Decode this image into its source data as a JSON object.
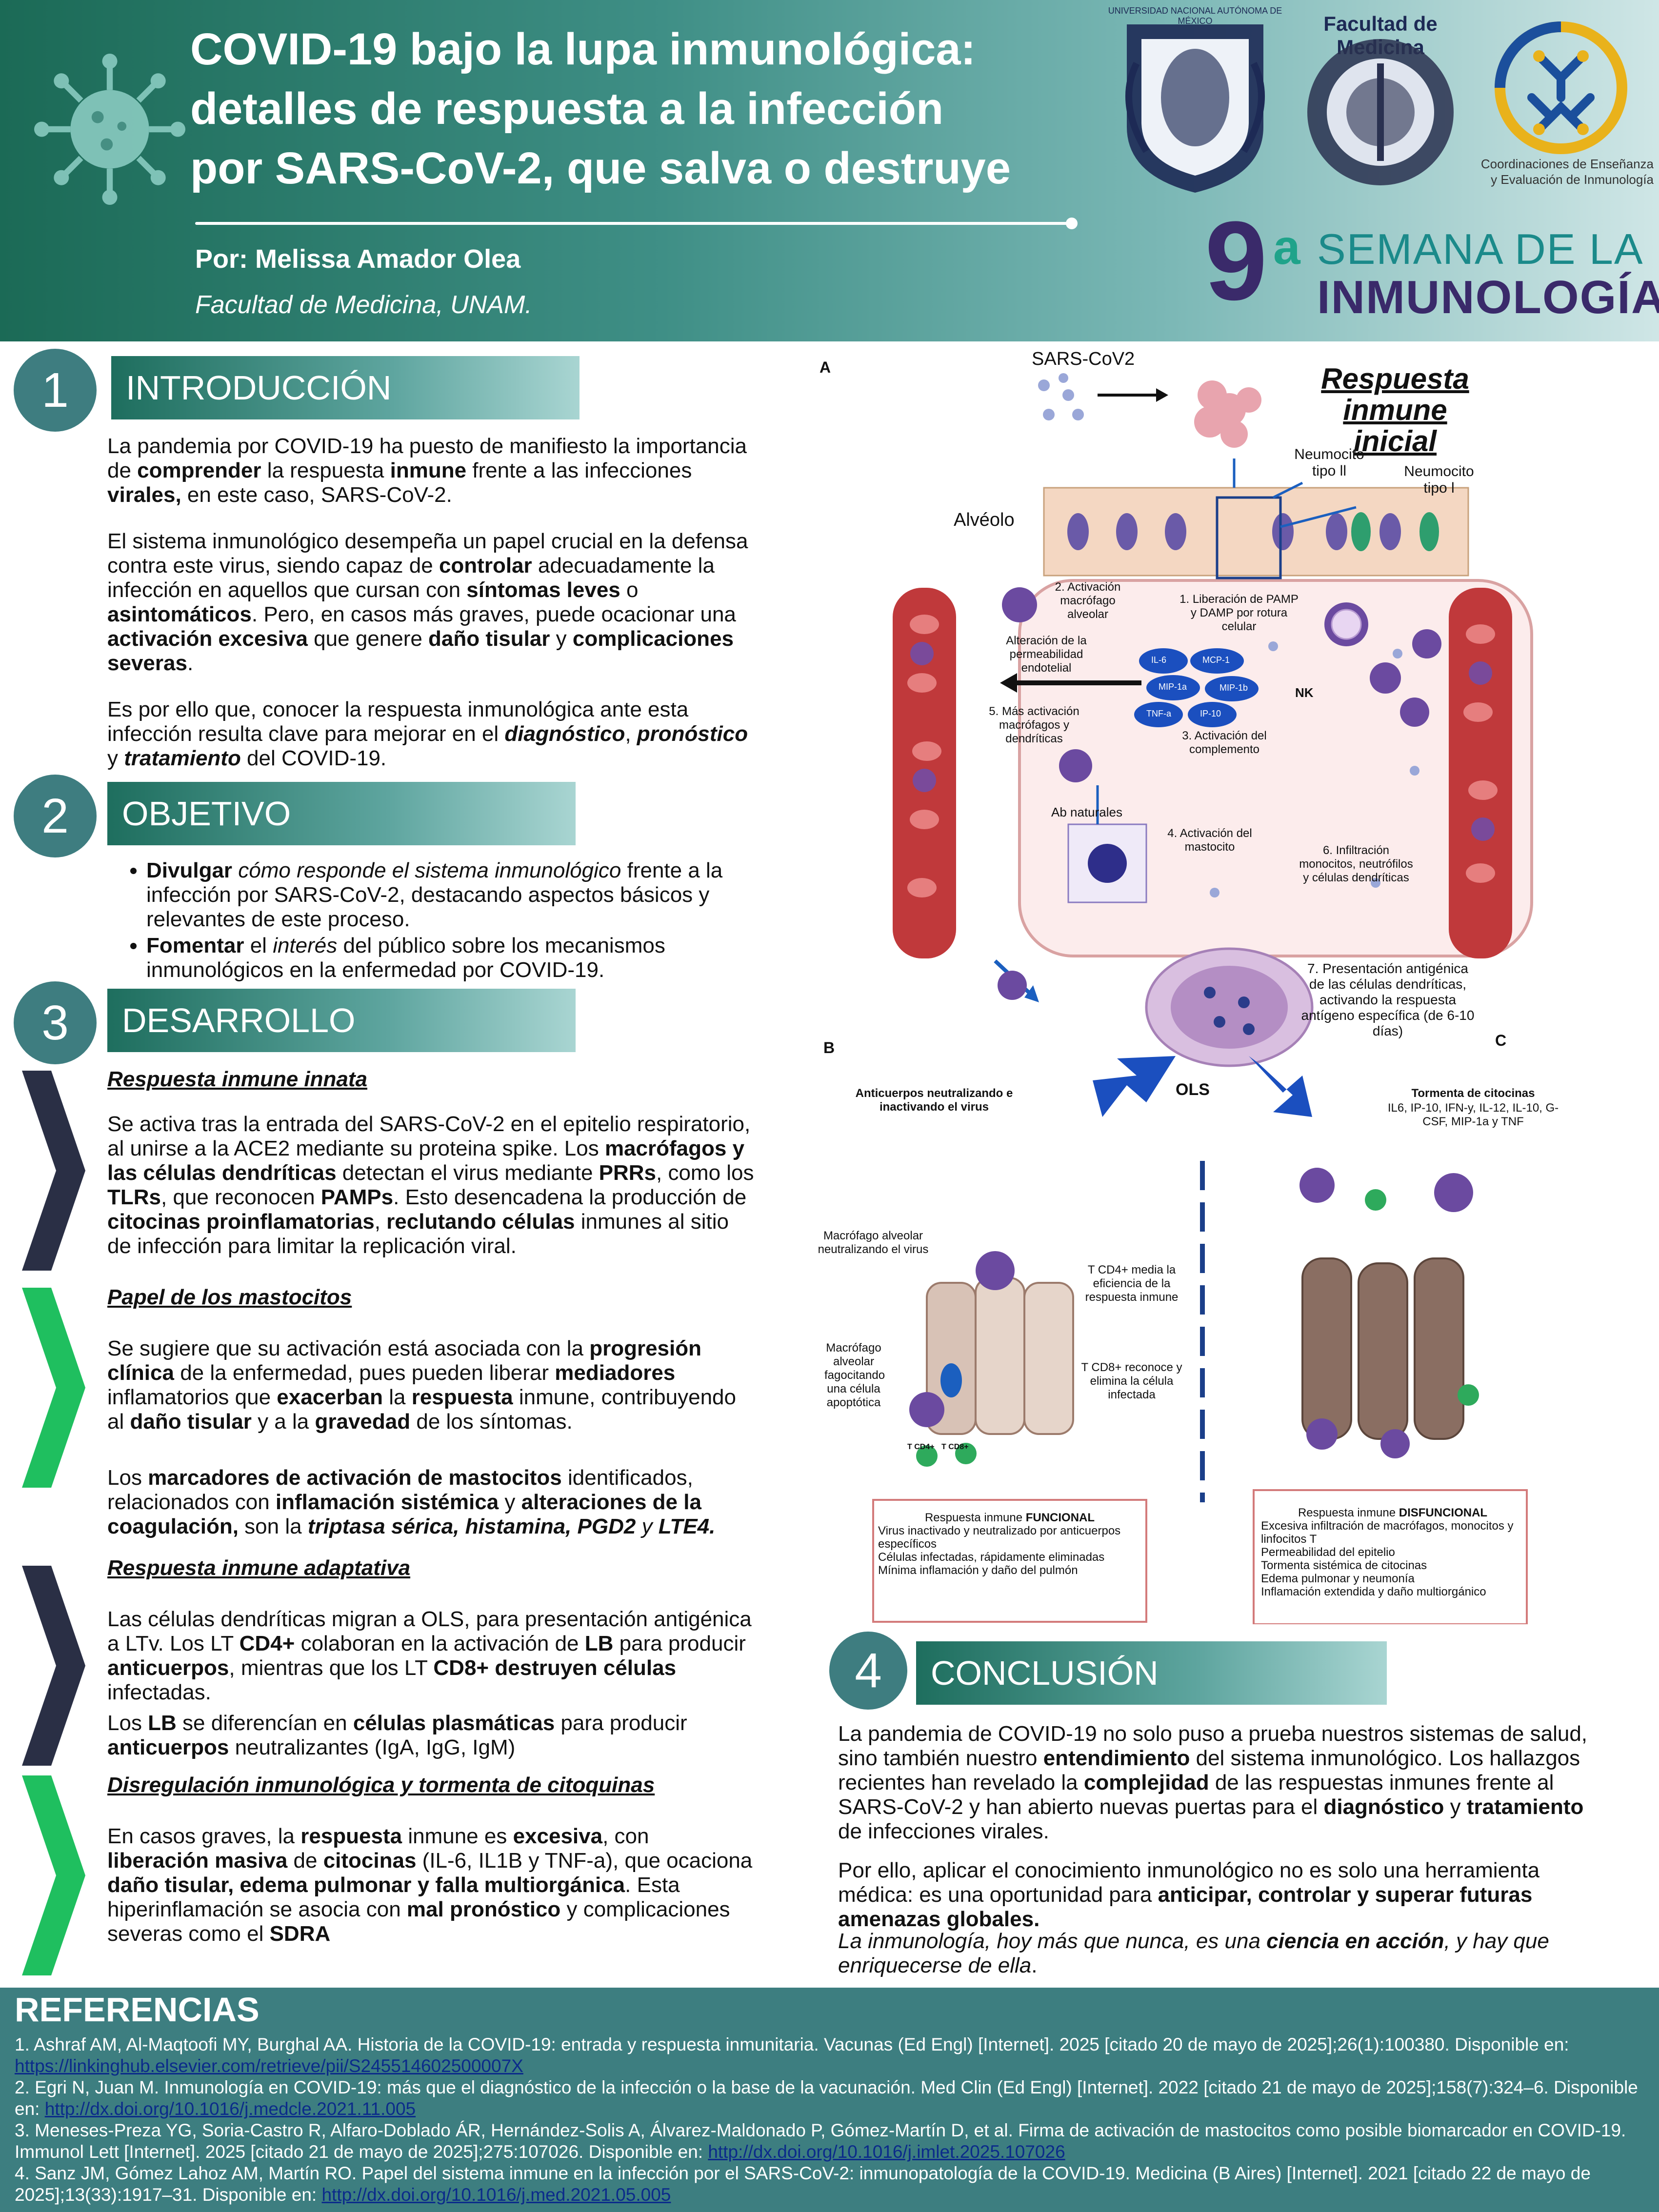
{
  "header": {
    "title_lines": [
      "COVID-19 bajo la lupa inmunológica:",
      "detalles de  respuesta a la infección",
      "por SARS-CoV-2, que salva o destruye"
    ],
    "author": "Por: Melissa Amador Olea",
    "affiliation": "Facultad de Medicina, UNAM.",
    "fm_label": "Facultad de Medicina",
    "coord_text_lines": [
      "Coordinaciones de Enseñanza",
      "y Evaluación de Inmunología"
    ],
    "semana_num": "9",
    "semana_sup": "a",
    "semana_line1": "SEMANA DE LA",
    "semana_line2": "INMUNOLOGÍA",
    "logo_unam_text": "UNIVERSIDAD NACIONAL AUTÓNOMA DE MÉXICO",
    "colors": {
      "header_dark": "#1b6a56",
      "accent_teal": "#3e7d80",
      "navy": "#2a2f45",
      "green": "#1fbf5f"
    }
  },
  "sections": {
    "s1": {
      "num": "1",
      "title": "INTRODUCCIÓN"
    },
    "s2": {
      "num": "2",
      "title": "OBJETIVO"
    },
    "s3": {
      "num": "3",
      "title": "DESARROLLO"
    },
    "s4": {
      "num": "4",
      "title": "CONCLUSIÓN"
    }
  },
  "intro": {
    "p1": [
      "La pandemia por COVID-19 ha puesto de manifiesto la importancia de ",
      "comprender",
      " la respuesta ",
      "inmune",
      " frente a las infecciones ",
      "virales,",
      " en este caso, SARS-CoV-2."
    ],
    "p2": [
      "El sistema inmunológico desempeña un papel crucial en la defensa contra este virus, siendo capaz de ",
      "controlar",
      " adecuadamente la infección en aquellos que cursan con ",
      "síntomas leves",
      " o ",
      "asintomáticos",
      ". Pero, en casos más graves, puede ocacionar una ",
      "activación excesiva",
      " que genere ",
      "daño tisular",
      " y ",
      "complicaciones severas",
      "."
    ],
    "p3": [
      "Es por ello que, conocer la respuesta inmunológica ante esta infección resulta clave para mejorar en el ",
      "diagnóstico",
      ", ",
      "pronóstico",
      " y ",
      "tratamiento",
      " del COVID-19."
    ]
  },
  "objetivo": {
    "b1": [
      "Divulgar",
      " ",
      "cómo responde el sistema inmunológico",
      " frente a la infección por SARS-CoV-2, destacando aspectos básicos y relevantes  de este proceso."
    ],
    "b2": [
      "Fomentar",
      " el ",
      "interés",
      " del público sobre los mecanismos inmunológicos en la enfermedad por COVID-19."
    ]
  },
  "desarrollo": {
    "innata": {
      "heading": "Respuesta inmune innata",
      "text": [
        "Se activa tras la entrada del SARS-CoV-2 en el epitelio respiratorio, al unirse a la ACE2 mediante su proteina spike. Los ",
        "macrófagos y las células dendríticas",
        " detectan el virus mediante ",
        "PRRs",
        ", como los ",
        "TLRs",
        ", que reconocen ",
        "PAMPs",
        ". Esto desencadena la producción de ",
        "citocinas proinflamatorias",
        ", ",
        "reclutando células",
        " inmunes al sitio de infección para limitar la replicación viral."
      ]
    },
    "mastocitos": {
      "heading": "Papel de los mastocitos",
      "text": [
        "Se sugiere que su activación está asociada con la ",
        "progresión clínica",
        " de la enfermedad, pues pueden liberar ",
        "mediadores",
        " inflamatorios que ",
        "exacerban",
        " la ",
        "respuesta",
        " inmune, contribuyendo al ",
        "daño tisular",
        " y a la ",
        "gravedad",
        " de los síntomas."
      ],
      "text2": [
        "Los ",
        "marcadores de activación de mastocitos",
        " identificados, relacionados con ",
        "inflamación sistémica",
        " y ",
        "alteraciones de la coagulación,",
        " son la ",
        "triptasa sérica, histamina, PGD2",
        " y ",
        "LTE4."
      ]
    },
    "adaptativa": {
      "heading": "Respuesta inmune adaptativa",
      "text": [
        "Las células dendríticas migran a OLS, para presentación antigénica a LTv. Los LT ",
        "CD4+",
        " colaboran en la activación de ",
        "LB",
        " para producir ",
        "anticuerpos",
        ", mientras que los LT ",
        "CD8+ destruyen células",
        " infectadas."
      ],
      "text2": [
        "Los ",
        "LB",
        " se diferencían en ",
        "células plasmáticas",
        " para producir ",
        "anticuerpos",
        " neutralizantes (IgA, IgG, IgM)"
      ]
    },
    "tormenta": {
      "heading": "Disregulación inmunológica y tormenta de citoquinas",
      "text": [
        "En casos graves, la ",
        "respuesta",
        " inmune es ",
        "excesiva",
        ", con ",
        "liberación masiva",
        " de ",
        "citocinas",
        " (IL-6, IL1B  y TNF-a), que ocaciona ",
        "daño tisular, edema pulmonar y falla multiorgánica",
        ". Esta hiperinflamación se asocia con ",
        "mal pronóstico",
        " y complicaciones severas como el ",
        "SDRA"
      ]
    }
  },
  "conclusion": {
    "p1": [
      "La pandemia de COVID-19 no solo puso a prueba nuestros sistemas de salud, sino también nuestro ",
      "entendimiento",
      " del sistema inmunológico. Los hallazgos recientes han revelado la ",
      "complejidad",
      " de las respuestas inmunes frente al SARS-CoV-2 y han abierto nuevas puertas para el ",
      "diagnóstico",
      " y ",
      "tratamiento",
      " de infecciones virales."
    ],
    "p2": [
      "Por ello, aplicar el conocimiento inmunológico no es solo una herramienta médica: es una oportunidad para ",
      "anticipar, controlar y superar futuras amenazas globales."
    ],
    "p3": [
      "La inmunología, hoy más que nunca, es una ",
      "ciencia en acción",
      ", y hay que enriquecerse de ella",
      "."
    ]
  },
  "figure": {
    "label_a": "A",
    "label_b": "B",
    "label_c": "C",
    "sars": "SARS-CoV2",
    "title": "Respuesta inmune inicial",
    "neumo2": "Neumocito tipo ll",
    "neumo1": "Neumocito tipo l",
    "alveolo": "Alvéolo",
    "step1": "1. Liberación de PAMP y DAMP por rotura celular",
    "step2": "2. Activación macrófago alveolar",
    "step3": "3. Activación del complemento",
    "step4": "4. Activación del mastocito",
    "step5": "5. Más activación macrófagos y dendríticas",
    "step6": "6. Infiltración monocitos, neutrófilos y células dendríticas",
    "step7": "7. Presentación antigénica de las células dendríticas, activando la respuesta antígeno específica (de 6-10 días)",
    "perm": "Alteración de la permeabilidad endotelial",
    "cytos": [
      "IL-6",
      "MCP-1",
      "MIP-1a",
      "MIP-1b",
      "TNF-a",
      "IP-10"
    ],
    "nk": "NK",
    "ab": "Ab naturales",
    "ols": "OLS",
    "b_title": "Anticuerpos neutralizando e inactivando el virus",
    "c_title": "Tormenta de citocinas",
    "c_sub": "IL6, IP-10, IFN-y, IL-12, IL-10, G-CSF, MIP-1a y TNF",
    "mac1": "Macrófago alveolar neutralizando el virus",
    "mac2": "Macrófago alveolar fagocitando una célula apoptótica",
    "tcd4": "T CD4+ media la eficiencia de la respuesta inmune",
    "tcd8": "T CD8+ reconoce y elimina la célula infectada",
    "cd4_small": "T CD4+",
    "cd8_small": "T CD8+",
    "func_title_pre": "Respuesta inmune ",
    "func_title_b": "FUNCIONAL",
    "func_lines": [
      "Virus inactivado y neutralizado por anticuerpos específicos",
      "Células infectadas, rápidamente eliminadas",
      "Mínima inflamación y daño del pulmón"
    ],
    "dys_title_pre": "Respuesta inmune ",
    "dys_title_b": "DISFUNCIONAL",
    "dys_lines": [
      "Excesiva infiltración de macrófagos, monocitos y linfocitos T",
      "Permeabilidad del epitelio",
      "Tormenta sistémica de citocinas",
      "Edema pulmonar y neumonía",
      "Inflamación extendida y daño multiorgánico"
    ]
  },
  "references": {
    "title": "REFERENCIAS",
    "items": [
      {
        "text": "1. Ashraf AM, Al-Maqtoofi MY, Burghal AA. Historia de la COVID-19: entrada y respuesta inmunitaria. Vacunas (Ed Engl) [Internet]. 2025 [citado 20 de mayo de 2025];26(1):100380. Disponible en: ",
        "link": "https://linkinghub.elsevier.com/retrieve/pii/S245514602500007X"
      },
      {
        "text": "2. Egri N, Juan M. Inmunología en COVID-19: más que el diagnóstico de la infección o la base de la vacunación. Med Clin (Ed Engl) [Internet]. 2022 [citado 21 de mayo de 2025];158(7):324–6. Disponible en: ",
        "link": "http://dx.doi.org/10.1016/j.medcle.2021.11.005"
      },
      {
        "text": "3. Meneses-Preza YG, Soria-Castro R, Alfaro-Doblado ÁR, Hernández-Solis A, Álvarez-Maldonado P, Gómez-Martín D, et al. Firma de activación de mastocitos como posible biomarcador en COVID-19. Immunol Lett [Internet]. 2025 [citado 21 de mayo de 2025];275:107026. Disponible en: ",
        "link": "http://dx.doi.org/10.1016/j.imlet.2025.107026"
      },
      {
        "text": "4. Sanz JM, Gómez Lahoz AM, Martín RO. Papel del sistema inmune en la infección por el SARS-CoV-2: inmunopatología de la COVID-19. Medicina (B Aires) [Internet]. 2021 [citado 22 de mayo de 2025];13(33):1917–31. Disponible en: ",
        "link": "http://dx.doi.org/10.1016/j.med.2021.05.005"
      }
    ]
  }
}
